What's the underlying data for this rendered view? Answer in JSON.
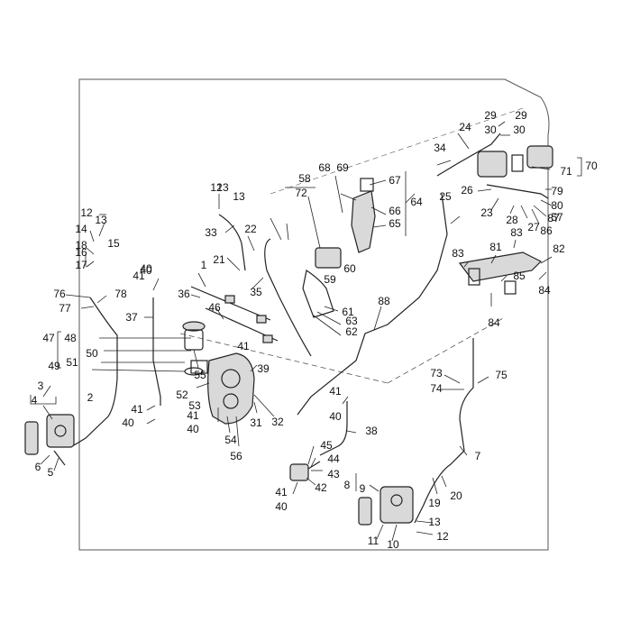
{
  "diagram": {
    "colors": {
      "line": "#222222",
      "frame": "#555555",
      "background": "#ffffff",
      "part_fill": "#d9d9d9"
    },
    "callouts": [
      "1",
      "2",
      "3",
      "4",
      "5",
      "6",
      "7",
      "8",
      "9",
      "10",
      "11",
      "12",
      "13",
      "14",
      "15",
      "16",
      "17",
      "18",
      "19",
      "20",
      "21",
      "22",
      "23",
      "24",
      "25",
      "26",
      "27",
      "28",
      "29",
      "30",
      "31",
      "32",
      "33",
      "34",
      "35",
      "36",
      "37",
      "38",
      "39",
      "40",
      "41",
      "42",
      "43",
      "44",
      "45",
      "46",
      "47",
      "48",
      "49",
      "50",
      "51",
      "52",
      "53",
      "54",
      "55",
      "56",
      "57",
      "58",
      "59",
      "60",
      "61",
      "62",
      "63",
      "64",
      "65",
      "66",
      "67",
      "68",
      "69",
      "70",
      "71",
      "72",
      "73",
      "74",
      "75",
      "76",
      "77",
      "78",
      "79",
      "80",
      "81",
      "82",
      "83",
      "84",
      "85",
      "86",
      "87",
      "88",
      "12",
      "13",
      "13",
      "29",
      "30",
      "40",
      "41",
      "41",
      "40",
      "13",
      "12",
      "41",
      "40",
      "83",
      "84",
      "41",
      "40",
      "41",
      "40"
    ]
  }
}
